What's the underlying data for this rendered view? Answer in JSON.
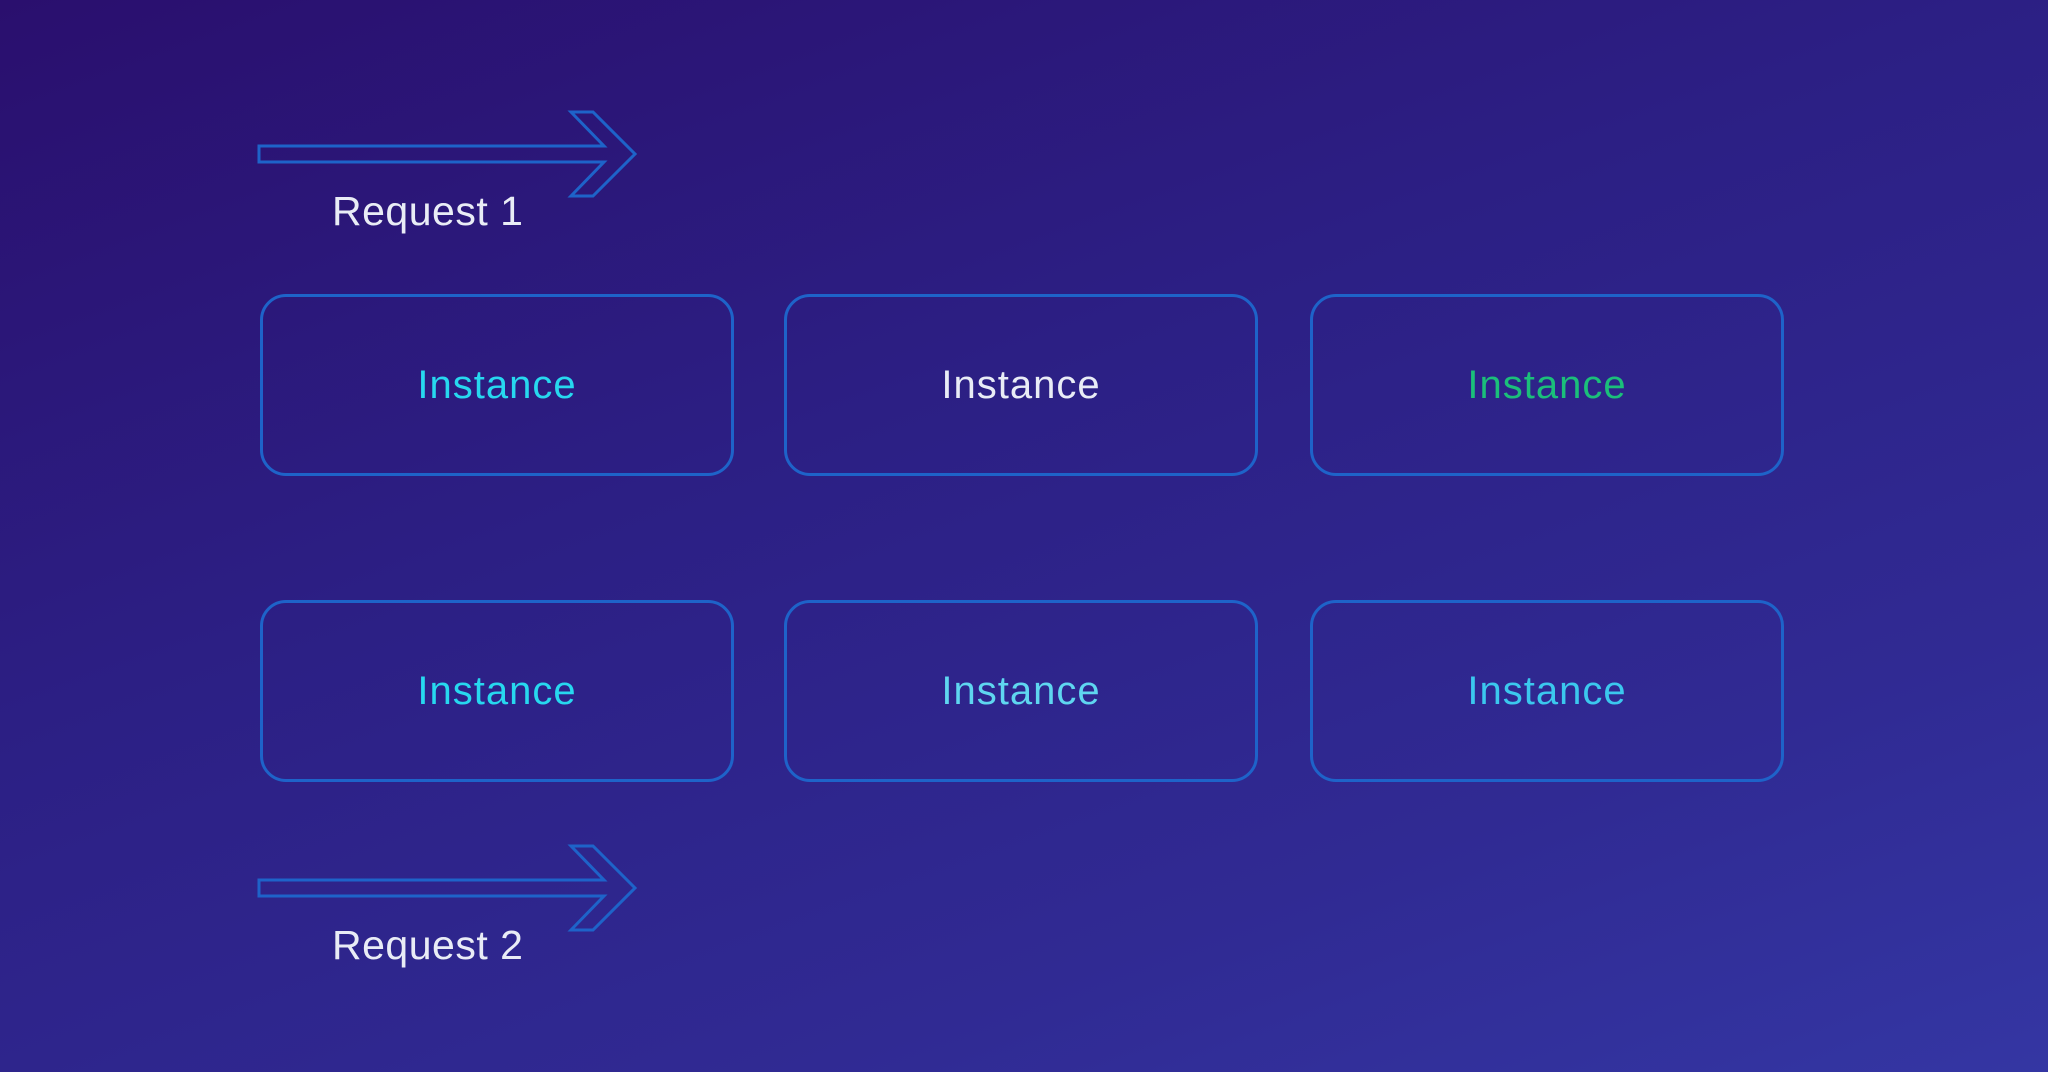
{
  "requests": [
    {
      "label": "Request 1"
    },
    {
      "label": "Request 2"
    }
  ],
  "rows": [
    {
      "instances": [
        {
          "label": "Instance",
          "color": "#27d8ef",
          "weight": "500"
        },
        {
          "label": "Instance",
          "color": "#e9ecf6",
          "weight": "300"
        },
        {
          "label": "Instance",
          "color": "#1bbf7a",
          "weight": "300"
        }
      ]
    },
    {
      "instances": [
        {
          "label": "Instance",
          "color": "#27d8ef",
          "weight": "500"
        },
        {
          "label": "Instance",
          "color": "#5fd6f0",
          "weight": "500"
        },
        {
          "label": "Instance",
          "color": "#3bc8ee",
          "weight": "500"
        }
      ]
    }
  ],
  "colors": {
    "background_start": "#2a0f6e",
    "background_end": "#3436a3",
    "box_border": "#1e63c9",
    "arrow_stroke": "#1e63c9"
  }
}
